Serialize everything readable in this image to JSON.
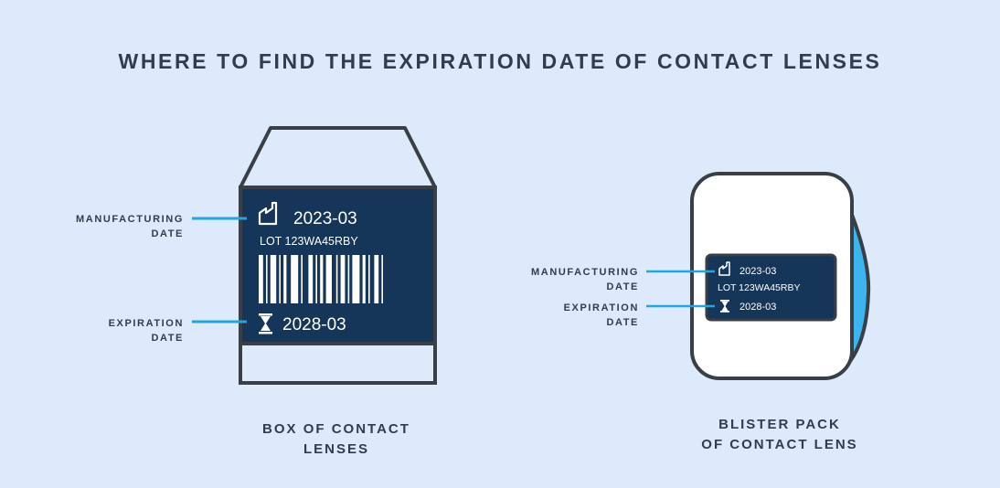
{
  "title": "WHERE TO FIND THE EXPIRATION DATE OF CONTACT LENSES",
  "colors": {
    "background": "#dceafc",
    "text": "#2f3d4e",
    "label_panel": "#153559",
    "outline": "#3a3f46",
    "pointer": "#1ea7e1"
  },
  "box": {
    "manufacturing_label": [
      "MANUFACTURING",
      "DATE"
    ],
    "expiration_label": [
      "EXPIRATION",
      "DATE"
    ],
    "manufacturing_date": "2023-03",
    "lot": "LOT 123WA45RBY",
    "expiration_date": "2028-03",
    "caption": [
      "BOX OF CONTACT",
      "LENSES"
    ],
    "icons": [
      "factory-icon",
      "hourglass-icon",
      "barcode"
    ]
  },
  "blister": {
    "manufacturing_label": [
      "MANUFACTURING",
      "DATE"
    ],
    "expiration_label": [
      "EXPIRATION",
      "DATE"
    ],
    "manufacturing_date": "2023-03",
    "lot": "LOT 123WA45RBY",
    "expiration_date": "2028-03",
    "caption": [
      "BLISTER PACK",
      "OF CONTACT LENS"
    ],
    "icons": [
      "factory-icon",
      "hourglass-icon"
    ]
  }
}
